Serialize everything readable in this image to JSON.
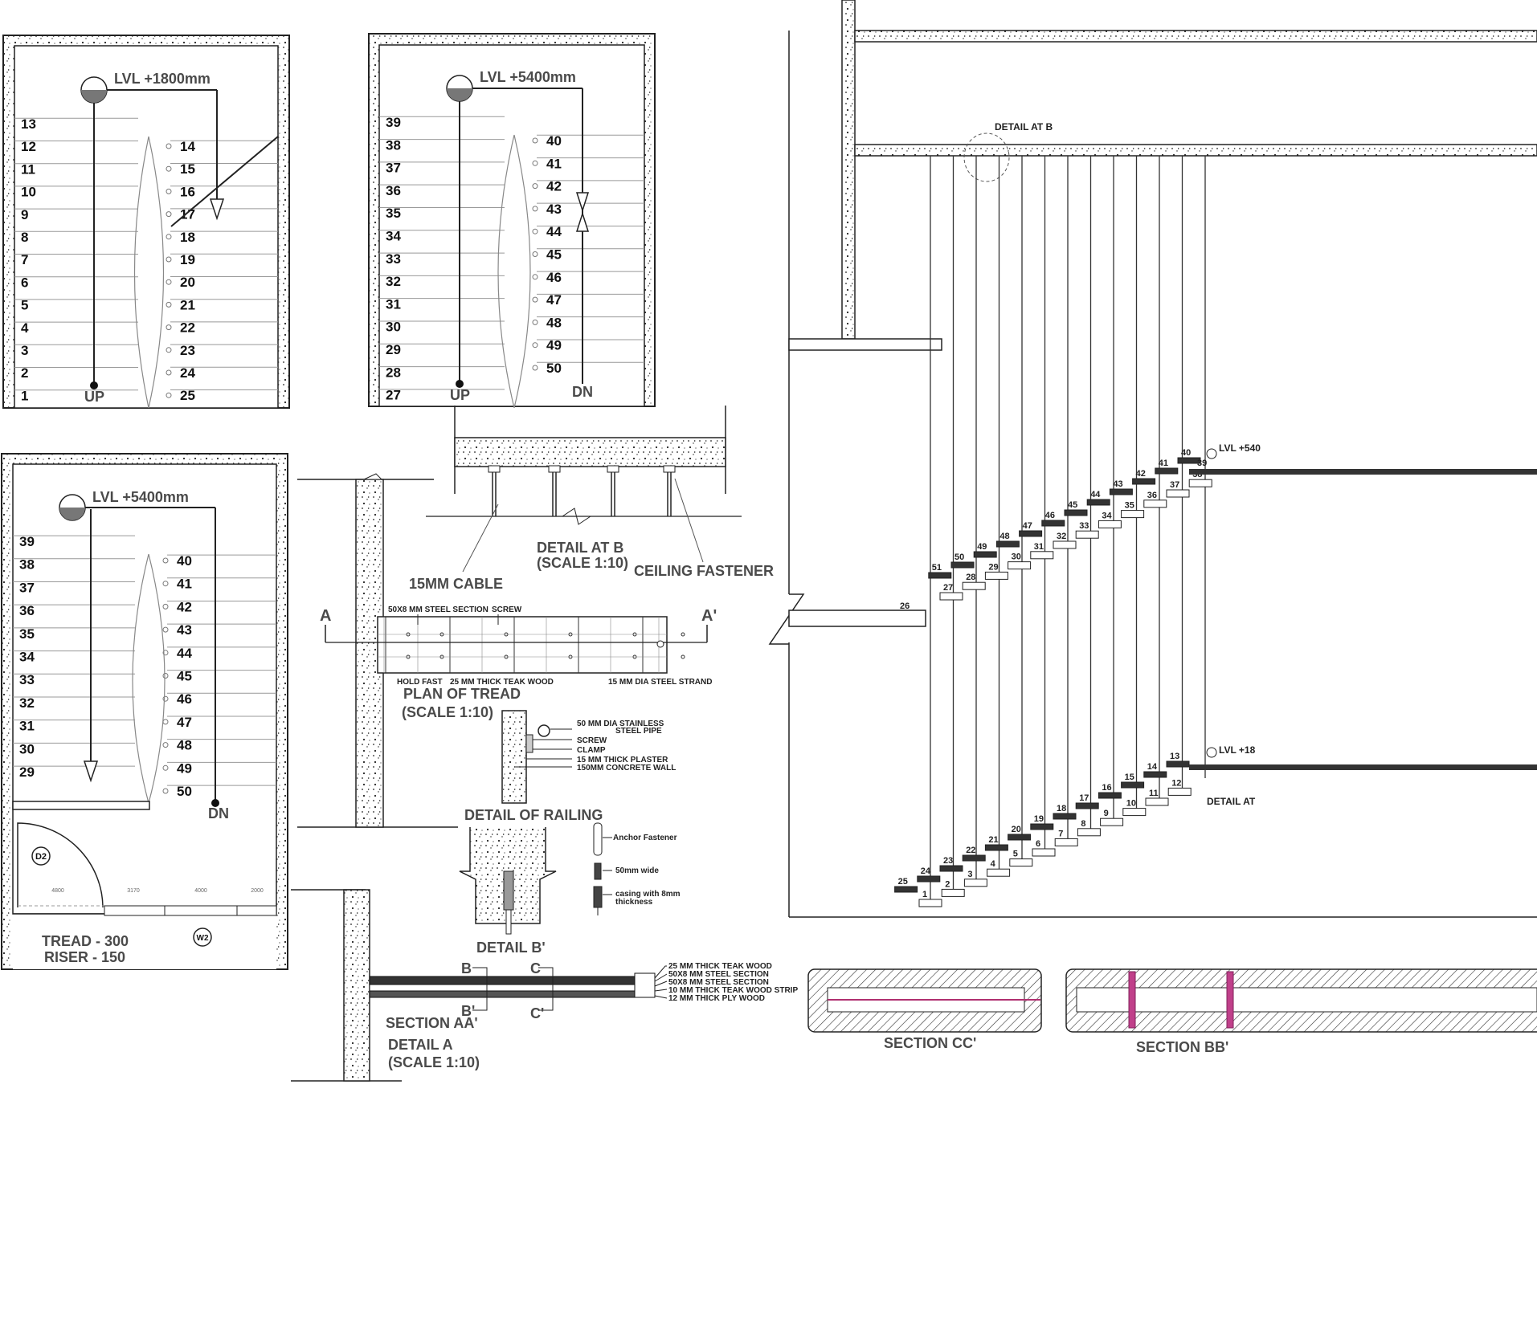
{
  "sheet": {
    "plan_ground": {
      "level": "LVL +1800mm",
      "up": "UP",
      "left_steps": [
        "13",
        "12",
        "11",
        "10",
        "9",
        "8",
        "7",
        "6",
        "5",
        "4",
        "3",
        "2",
        "1"
      ],
      "right_steps": [
        "14",
        "15",
        "16",
        "17",
        "18",
        "19",
        "20",
        "21",
        "22",
        "23",
        "24",
        "25"
      ]
    },
    "plan_upper": {
      "level": "LVL +5400mm",
      "up": "UP",
      "dn": "DN",
      "left_steps": [
        "39",
        "38",
        "37",
        "36",
        "35",
        "34",
        "33",
        "32",
        "31",
        "30",
        "29",
        "28",
        "27"
      ],
      "right_steps": [
        "40",
        "41",
        "42",
        "43",
        "44",
        "45",
        "46",
        "47",
        "48",
        "49",
        "50"
      ]
    },
    "plan_top": {
      "level": "LVL +5400mm",
      "dn": "DN",
      "left_steps": [
        "39",
        "38",
        "37",
        "36",
        "35",
        "34",
        "33",
        "32",
        "31",
        "30",
        "29"
      ],
      "right_steps": [
        "40",
        "41",
        "42",
        "43",
        "44",
        "45",
        "46",
        "47",
        "48",
        "49",
        "50"
      ],
      "door_tag": "D2",
      "window_tag": "W2",
      "dims": [
        "4800",
        "3170",
        "4000",
        "2000"
      ],
      "tread": "TREAD - 300",
      "riser": "RISER - 150"
    },
    "detail_b": {
      "title": "DETAIL AT B",
      "scale": "(SCALE 1:10)",
      "cable": "15MM CABLE",
      "fastener": "CEILING FASTENER"
    },
    "plan_tread": {
      "title": "PLAN OF TREAD",
      "scale": "(SCALE 1:10)",
      "a": "A",
      "a_prime": "A'",
      "steel_section": "50X8 MM STEEL SECTION",
      "screw": "SCREW",
      "hold_fast": "HOLD FAST",
      "teak": "25 MM THICK TEAK WOOD",
      "strand": "15 MM DIA STEEL STRAND"
    },
    "railing": {
      "title": "DETAIL OF RAILING",
      "labels": [
        "50 MM DIA STAINLESS",
        "STEEL PIPE",
        "SCREW",
        "CLAMP",
        "15 MM THICK PLASTER",
        "150MM CONCRETE WALL"
      ]
    },
    "detail_b2": {
      "title": "DETAIL  B'",
      "labels": [
        "Anchor Fastener",
        "50mm wide",
        "casing with 8mm",
        "thickness"
      ]
    },
    "section_aa": {
      "title": "SECTION AA'",
      "detail": "DETAIL   A",
      "scale": "(SCALE 1:10)",
      "b": "B",
      "b_prime": "B'",
      "c": "C",
      "c_prime": "C'",
      "layers": [
        "25 MM THICK TEAK WOOD",
        "50X8 MM STEEL SECTION",
        "50X8 MM STEEL SECTION",
        "10 MM THICK TEAK WOOD STRIP",
        "12 MM THICK PLY WOOD"
      ]
    },
    "sections": {
      "cc": "SECTION CC'",
      "bb": "SECTION BB'"
    },
    "elevation": {
      "detail_b": "DETAIL AT B",
      "detail_a": "DETAIL AT",
      "lvl_top": "LVL +540",
      "lvl_mid": "LVL +18",
      "flight1": [
        "1",
        "2",
        "3",
        "4",
        "5",
        "6",
        "7",
        "8",
        "9",
        "10",
        "11",
        "12"
      ],
      "flight2": [
        "13",
        "14",
        "15",
        "16",
        "17",
        "18",
        "19",
        "20",
        "21",
        "22",
        "23",
        "24",
        "25"
      ],
      "landing1": "26",
      "flight3": [
        "27",
        "28",
        "29",
        "30",
        "31",
        "32",
        "33",
        "34",
        "35",
        "36",
        "37",
        "38"
      ],
      "landing2": "39",
      "flight4": [
        "40",
        "41",
        "42",
        "43",
        "44",
        "45",
        "46",
        "47",
        "48",
        "49",
        "50",
        "51"
      ]
    }
  }
}
